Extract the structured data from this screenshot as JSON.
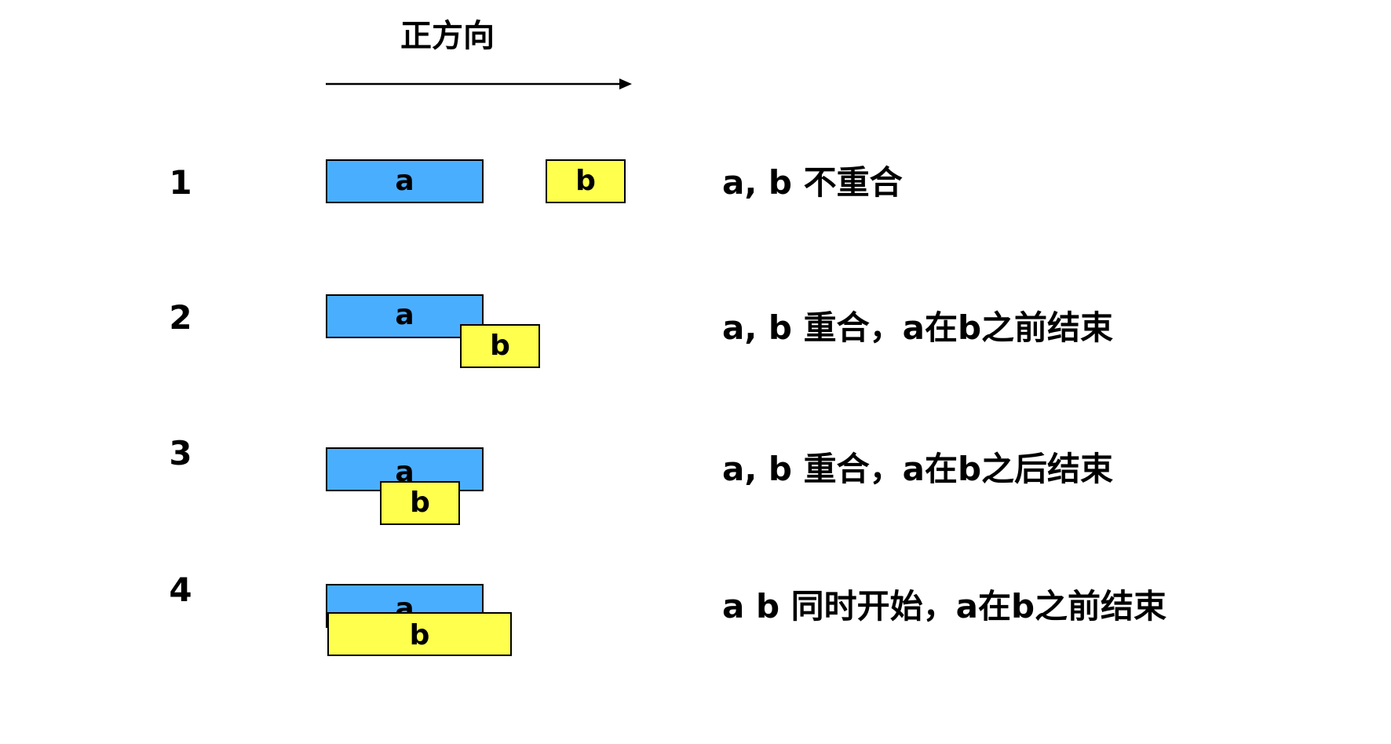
{
  "header": {
    "title": "正方向"
  },
  "segment_labels": {
    "a": "a",
    "b": "b"
  },
  "colors": {
    "segment_a": "#4aaefe",
    "segment_b": "#ffff4d",
    "outline": "#000000"
  },
  "rows": [
    {
      "number": "1",
      "description": "a, b 不重合"
    },
    {
      "number": "2",
      "description": "a, b 重合，a在b之前结束"
    },
    {
      "number": "3",
      "description": "a, b 重合，a在b之后结束"
    },
    {
      "number": "4",
      "description": "a b 同时开始，a在b之前结束"
    }
  ]
}
